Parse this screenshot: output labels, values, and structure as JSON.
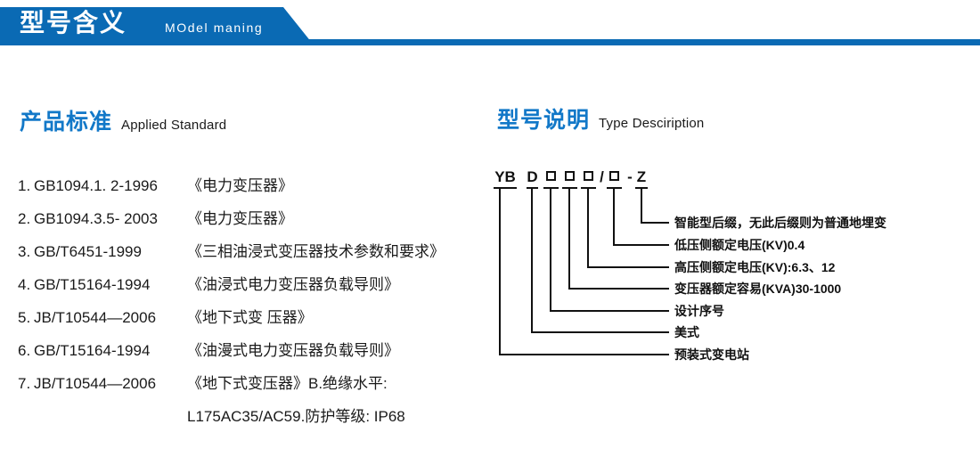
{
  "banner": {
    "title": "型号含义",
    "subtitle": "MOdel maning",
    "color": "#0a6ab4"
  },
  "sections": {
    "standard": {
      "cn": "产品标准",
      "en": "Applied Standard",
      "accent": "#1278c8"
    },
    "type": {
      "cn": "型号说明",
      "en": "Type Desciription",
      "accent": "#1278c8"
    }
  },
  "standards": [
    {
      "index": "1.",
      "code": "GB1094.1. 2-1996",
      "name": "《电力变压器》"
    },
    {
      "index": "2.",
      "code": "GB1094.3.5- 2003",
      "name": "《电力变压器》"
    },
    {
      "index": "3.",
      "code": "GB/T6451-1999",
      "name": "《三相油浸式变压器技术参数和要求》"
    },
    {
      "index": "4.",
      "code": "GB/T15164-1994",
      "name": "《油浸式电力变压器负载导则》"
    },
    {
      "index": "5.",
      "code": "JB/T10544—2006",
      "name": "《地下式变 压器》"
    },
    {
      "index": "6.",
      "code": "GB/T15164-1994",
      "name": "《油漫式电力变压器负载导则》"
    },
    {
      "index": "7.",
      "code": "JB/T10544—2006",
      "name": "《地下式变压器》B.绝缘水平:"
    }
  ],
  "standards_continuation": "L175AC35/AC59.防护等级: IP68",
  "model_code": {
    "segments": [
      {
        "text": "YB",
        "type": "text"
      },
      {
        "text": "D",
        "type": "text"
      },
      {
        "text": "□",
        "type": "box"
      },
      {
        "text": "□",
        "type": "box"
      },
      {
        "text": "□",
        "type": "box"
      },
      {
        "text": "/",
        "type": "separator"
      },
      {
        "text": "□",
        "type": "box"
      },
      {
        "text": "-",
        "type": "separator"
      },
      {
        "text": "Z",
        "type": "text"
      }
    ],
    "full_code": "YB D □□□/□ - Z"
  },
  "model_labels": [
    {
      "text": "智能型后缀，无此后缀则为普通地埋变"
    },
    {
      "text": "低压侧额定电压(KV)0.4"
    },
    {
      "text": "高压侧额定电压(KV):6.3、12"
    },
    {
      "text": "变压器额定容易(KVA)30-1000"
    },
    {
      "text": "设计序号"
    },
    {
      "text": "美式"
    },
    {
      "text": "预装式变电站"
    }
  ]
}
